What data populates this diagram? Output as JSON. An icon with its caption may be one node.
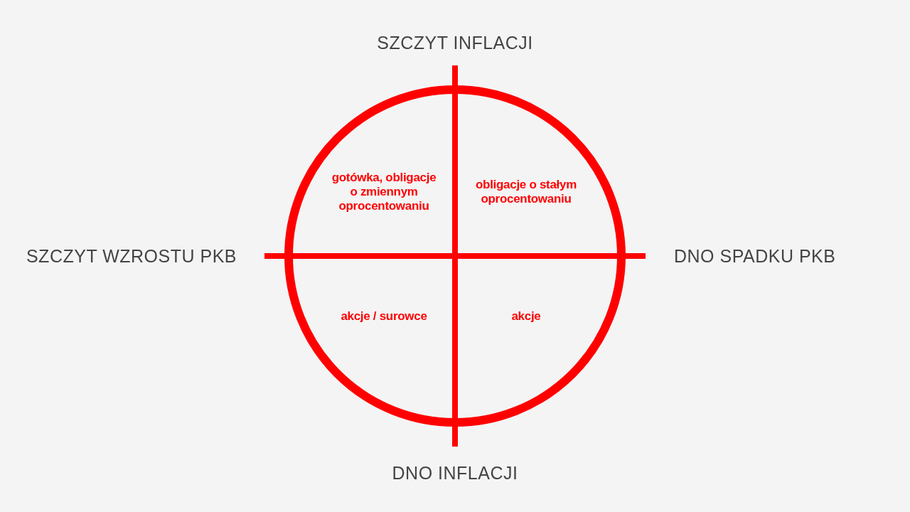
{
  "diagram": {
    "nodes": [
      {
        "text": [
          "gotówka, obligacje o zmiennym oprocentowaniu",
          "obligacje o stałym oprocentowaniu",
          "akcje / surowce",
          "akcje"
        ]
      }
    ],
    "labels": [
      "SZCZYT INFLACJI",
      "SZCZYT WZROSTU PKB",
      "DNO SPADKU PKB",
      "DNO INFLACJI"
    ]
  }
}
